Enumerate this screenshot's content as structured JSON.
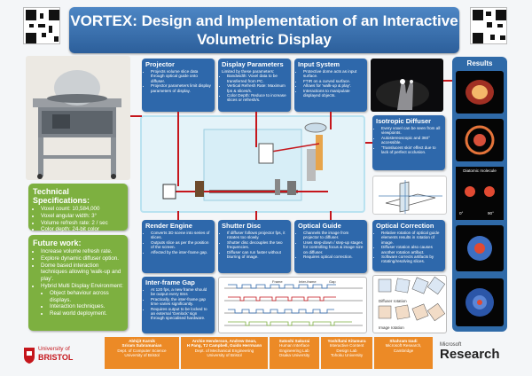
{
  "title": {
    "line1": "VORTEX: Design and Implementation of an Interactive",
    "line2": "Volumetric Display"
  },
  "sections": {
    "projector": {
      "heading": "Projector",
      "items": [
        "Projects volume slice data through optical guide onto diffuser.",
        "Projector parameters limit display parameters of display."
      ]
    },
    "display_parameters": {
      "heading": "Display Parameters",
      "items": [
        "Limited by these parameters:",
        "Bandwidth: Voxel data to be transferred from PC.",
        "Vertical Refresh Rate: Maximum fps & slices/s.",
        "Color Depth: Reduce to increase slices or refresh/s."
      ]
    },
    "input_system": {
      "heading": "Input System",
      "items": [
        "Protective dome acts as input surface.",
        "FTIR on a curved surface.",
        "Allows for 'walk-up & play'.",
        "Interactions to manipulate displayed objects."
      ]
    },
    "isotropic_diffuser": {
      "heading": "Isotropic Diffuser",
      "items": [
        "Every voxel can be seen from all viewpoints.",
        "Autostereoscopic and 360° accessible.",
        "'Translucent skin' effect due to lack of perfect occlusion."
      ]
    },
    "technical_specifications": {
      "heading": "Technical Specifications:",
      "items": [
        "Voxel count: 10,584,000",
        "Voxel angular width: 3°",
        "Volume refresh rate: 2 / sec",
        "Color depth: 24-bit color"
      ]
    },
    "future_work": {
      "heading": "Future work:",
      "items": [
        "Increase volume refresh rate.",
        "Explore dynamic diffuser option.",
        "Dome based interaction techniques allowing 'walk-up and play'.",
        "Hybrid Multi Display Environment:"
      ],
      "subitems": [
        "Object behaviour across displays.",
        "Interaction techniques.",
        "Real world deployment."
      ]
    },
    "render_engine": {
      "heading": "Render Engine",
      "items": [
        "Converts 3D scene into series of slices.",
        "Outputs slice as per the position of the screen.",
        "Affected by the inter-frame gap."
      ]
    },
    "inter_frame_gap": {
      "heading": "Inter-frame Gap",
      "items": [
        "At 120 fps, a new frame should be output every 8ms",
        "Practically, the inter-frame gap time varies significantly.",
        "Requires output to be locked to an external 'Genlock' sign through specialised hardware."
      ]
    },
    "shutter_disc": {
      "heading": "Shutter Disc",
      "items": [
        "If diffuser follows projector fps, it rotates too slowly.",
        "Shutter disc decouples the two frequencies.",
        "Diffuser can run faster without blurring of image."
      ]
    },
    "optical_guide": {
      "heading": "Optical Guide",
      "items": [
        "Channels the image from projector to diffuser.",
        "Uses step-down / step-up stages for controlling focus & image size on diffuser.",
        "Requires optical correction."
      ]
    },
    "optical_correction": {
      "heading": "Optical Correction",
      "items": [
        "Relative rotation of optical guide elements results in rotation of image.",
        "Diffuser rotation also causes another rotation artifact.",
        "Software corrects artifacts by rotating/resolving slices."
      ]
    }
  },
  "results": {
    "heading": "Results",
    "caption": "Diatomic molecule",
    "angle_left": "0°",
    "angle_right": "90°"
  },
  "authors": [
    {
      "names": "Abhijit Karnik\nSriram Subramanian",
      "affiliation": "Dept. of Computer Science\nUniversity of Bristol"
    },
    {
      "names": "Archie Henderson, Andrew Dean,\nH Pang, TJ Campbell, Guido Herrmann",
      "affiliation": "Dept. of Mechanical Engineering\nUniversity of Bristol"
    },
    {
      "names": "Satoshi Sakurai",
      "affiliation": "Human Interface\nEngineering Lab\nOsaka University"
    },
    {
      "names": "Yoshifumi Kitamura",
      "affiliation": "Interactive Content\nDesign Lab\nTohoku University"
    },
    {
      "names": "Shahram Izadi",
      "affiliation": "Microsoft Research,\nCambridge"
    }
  ],
  "logos": {
    "bristol_line1": "University of",
    "bristol_line2": "BRISTOL",
    "microsoft": "Microsoft",
    "research": "Research"
  },
  "diagram": {
    "inter_frame_labels": [
      "Frame",
      "Inter-frame",
      "Gap"
    ],
    "optical_labels": [
      "Diffuser rotation",
      "Image rotation"
    ]
  },
  "colors": {
    "title_blue": "#2c5f9b",
    "section_blue": "#2e68ab",
    "green": "#7db040",
    "accent_red": "#c5161c",
    "orange": "#ec8a26"
  }
}
